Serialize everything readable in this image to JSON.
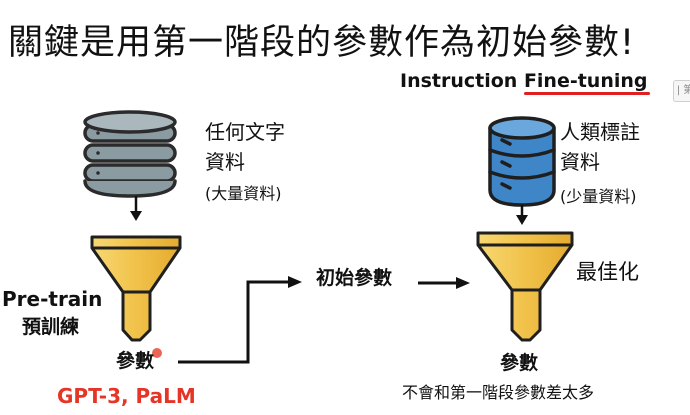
{
  "title": "關鍵是用第一階段的參數作為初始參數!",
  "subtitle": {
    "prefix": "Instruction ",
    "highlight": "Fine-tuning"
  },
  "edge_tab": "| 第",
  "left_dataset": {
    "line1": "任何文字",
    "line2": "資料",
    "line3": "(大量資料)"
  },
  "right_dataset": {
    "line1": "人類標註",
    "line2": "資料",
    "line3": "(少量資料)"
  },
  "left_stage": {
    "line1": "Pre-train",
    "line2": "預訓練"
  },
  "left_output": "參數",
  "models": "GPT-3, PaLM",
  "transfer_label": "初始參數",
  "right_stage": "最佳化",
  "right_output": "參數",
  "right_note": "不會和第一階段參數差太多",
  "colors": {
    "db_left": "#8a9ba2",
    "db_right": "#3f86c8",
    "funnel": "#f2c94c",
    "accent_red": "#e53527"
  }
}
